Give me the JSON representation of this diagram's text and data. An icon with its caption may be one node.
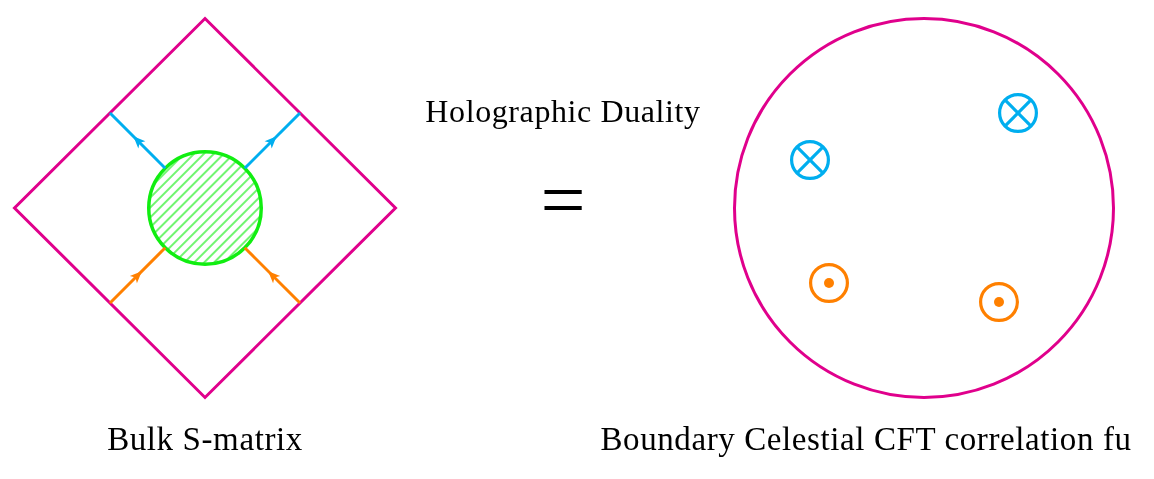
{
  "diagram": {
    "nodes": [
      {
        "text": [],
        "shape": "diamond",
        "beside": [
          "Bulk S-matrix"
        ]
      },
      {
        "text": [],
        "shape": "circle",
        "in": 0
      },
      {
        "text": [],
        "shape": "circle",
        "beside": [
          "Boundary Celestial CFT correlation fu"
        ]
      },
      {
        "text": [],
        "shape": "circle",
        "in": 2
      },
      {
        "text": [],
        "shape": "circle",
        "in": 2
      },
      {
        "text": [],
        "shape": "circle",
        "in": 2
      },
      {
        "text": [],
        "shape": "circle",
        "in": 2
      }
    ],
    "edges": [
      {
        "from": 1,
        "to": 0,
        "arrow": "to",
        "color": "#00aeef"
      },
      {
        "from": 1,
        "to": 0,
        "arrow": "to",
        "color": "#00aeef"
      },
      {
        "from": 0,
        "to": 1,
        "arrow": "to",
        "color": "#ff8000"
      },
      {
        "from": 0,
        "to": 1,
        "arrow": "to",
        "color": "#ff8000"
      }
    ],
    "labels": [
      "Holographic Duality",
      "="
    ]
  }
}
